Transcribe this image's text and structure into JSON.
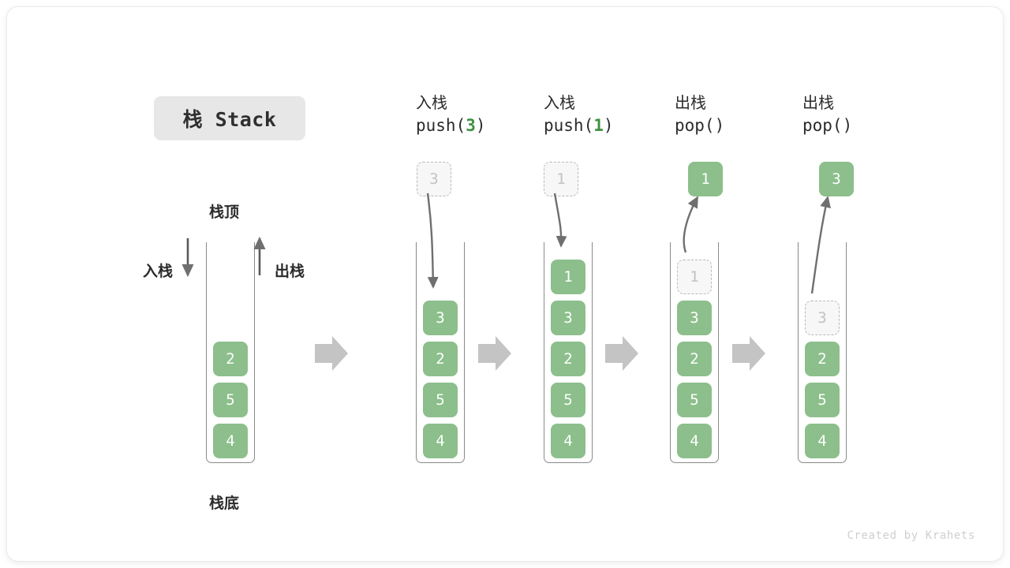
{
  "title_badge": "栈 Stack",
  "labels": {
    "stack_top": "栈顶",
    "stack_bottom": "栈底",
    "push": "入栈",
    "pop": "出栈"
  },
  "footer": "Created by Krahets",
  "colors": {
    "element_green": "#8cbf8b",
    "ghost_fill": "#f7f7f7",
    "ghost_border": "#b9b9b9",
    "arrow_gray": "#6f6f6f",
    "step_arrow_gray": "#c4c4c4",
    "badge_bg": "#e7e7e7",
    "code_arg_green": "#3f9142",
    "text_dark": "#2b2b2b"
  },
  "steps": [
    {
      "id": "initial",
      "caption_cn": "",
      "caption_code": "",
      "detached": null,
      "stack": [
        {
          "value": "2",
          "state": "solid"
        },
        {
          "value": "5",
          "state": "solid"
        },
        {
          "value": "4",
          "state": "solid"
        }
      ]
    },
    {
      "id": "push-3",
      "caption_cn": "入栈",
      "caption_code_prefix": "push(",
      "caption_code_arg": "3",
      "caption_code_suffix": ")",
      "detached": {
        "value": "3",
        "state": "ghost"
      },
      "stack": [
        {
          "value": "3",
          "state": "solid"
        },
        {
          "value": "2",
          "state": "solid"
        },
        {
          "value": "5",
          "state": "solid"
        },
        {
          "value": "4",
          "state": "solid"
        }
      ]
    },
    {
      "id": "push-1",
      "caption_cn": "入栈",
      "caption_code_prefix": "push(",
      "caption_code_arg": "1",
      "caption_code_suffix": ")",
      "detached": {
        "value": "1",
        "state": "ghost"
      },
      "stack": [
        {
          "value": "1",
          "state": "solid"
        },
        {
          "value": "3",
          "state": "solid"
        },
        {
          "value": "2",
          "state": "solid"
        },
        {
          "value": "5",
          "state": "solid"
        },
        {
          "value": "4",
          "state": "solid"
        }
      ]
    },
    {
      "id": "pop-1",
      "caption_cn": "出栈",
      "caption_code_prefix": "pop(",
      "caption_code_arg": "",
      "caption_code_suffix": ")",
      "detached": {
        "value": "1",
        "state": "solid"
      },
      "stack": [
        {
          "value": "1",
          "state": "ghost"
        },
        {
          "value": "3",
          "state": "solid"
        },
        {
          "value": "2",
          "state": "solid"
        },
        {
          "value": "5",
          "state": "solid"
        },
        {
          "value": "4",
          "state": "solid"
        }
      ]
    },
    {
      "id": "pop-3",
      "caption_cn": "出栈",
      "caption_code_prefix": "pop(",
      "caption_code_arg": "",
      "caption_code_suffix": ")",
      "detached": {
        "value": "3",
        "state": "solid"
      },
      "stack": [
        {
          "value": "3",
          "state": "ghost"
        },
        {
          "value": "2",
          "state": "solid"
        },
        {
          "value": "5",
          "state": "solid"
        },
        {
          "value": "4",
          "state": "solid"
        }
      ]
    }
  ]
}
